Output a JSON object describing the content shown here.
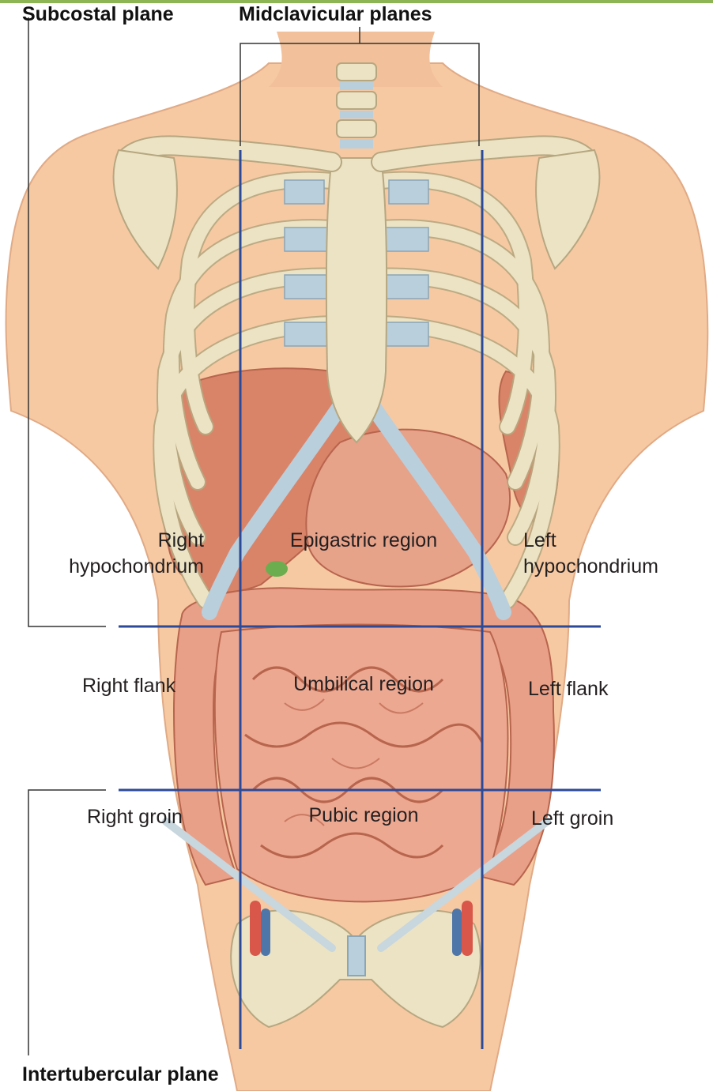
{
  "planes": {
    "subcostal": "Subcostal plane",
    "midclavicular": "Midclavicular planes",
    "intertubercular": "Intertubercular plane"
  },
  "regions": {
    "right_hypochondrium": "Right\nhypochondrium",
    "epigastric": "Epigastric region",
    "left_hypochondrium": "Left\nhypochondrium",
    "right_flank": "Right flank",
    "umbilical": "Umbilical region",
    "left_flank": "Left flank",
    "right_groin": "Right groin",
    "pubic": "Pubic region",
    "left_groin": "Left groin"
  },
  "colors": {
    "plane_line": "#2c4a9a",
    "skin": "#f6c9a3",
    "bone": "#ece3c4",
    "cartilage": "#b9cfdc",
    "intestine": "#e9a088",
    "liver": "#d98468",
    "leader_line": "#333333",
    "top_strip": "#8db556"
  }
}
